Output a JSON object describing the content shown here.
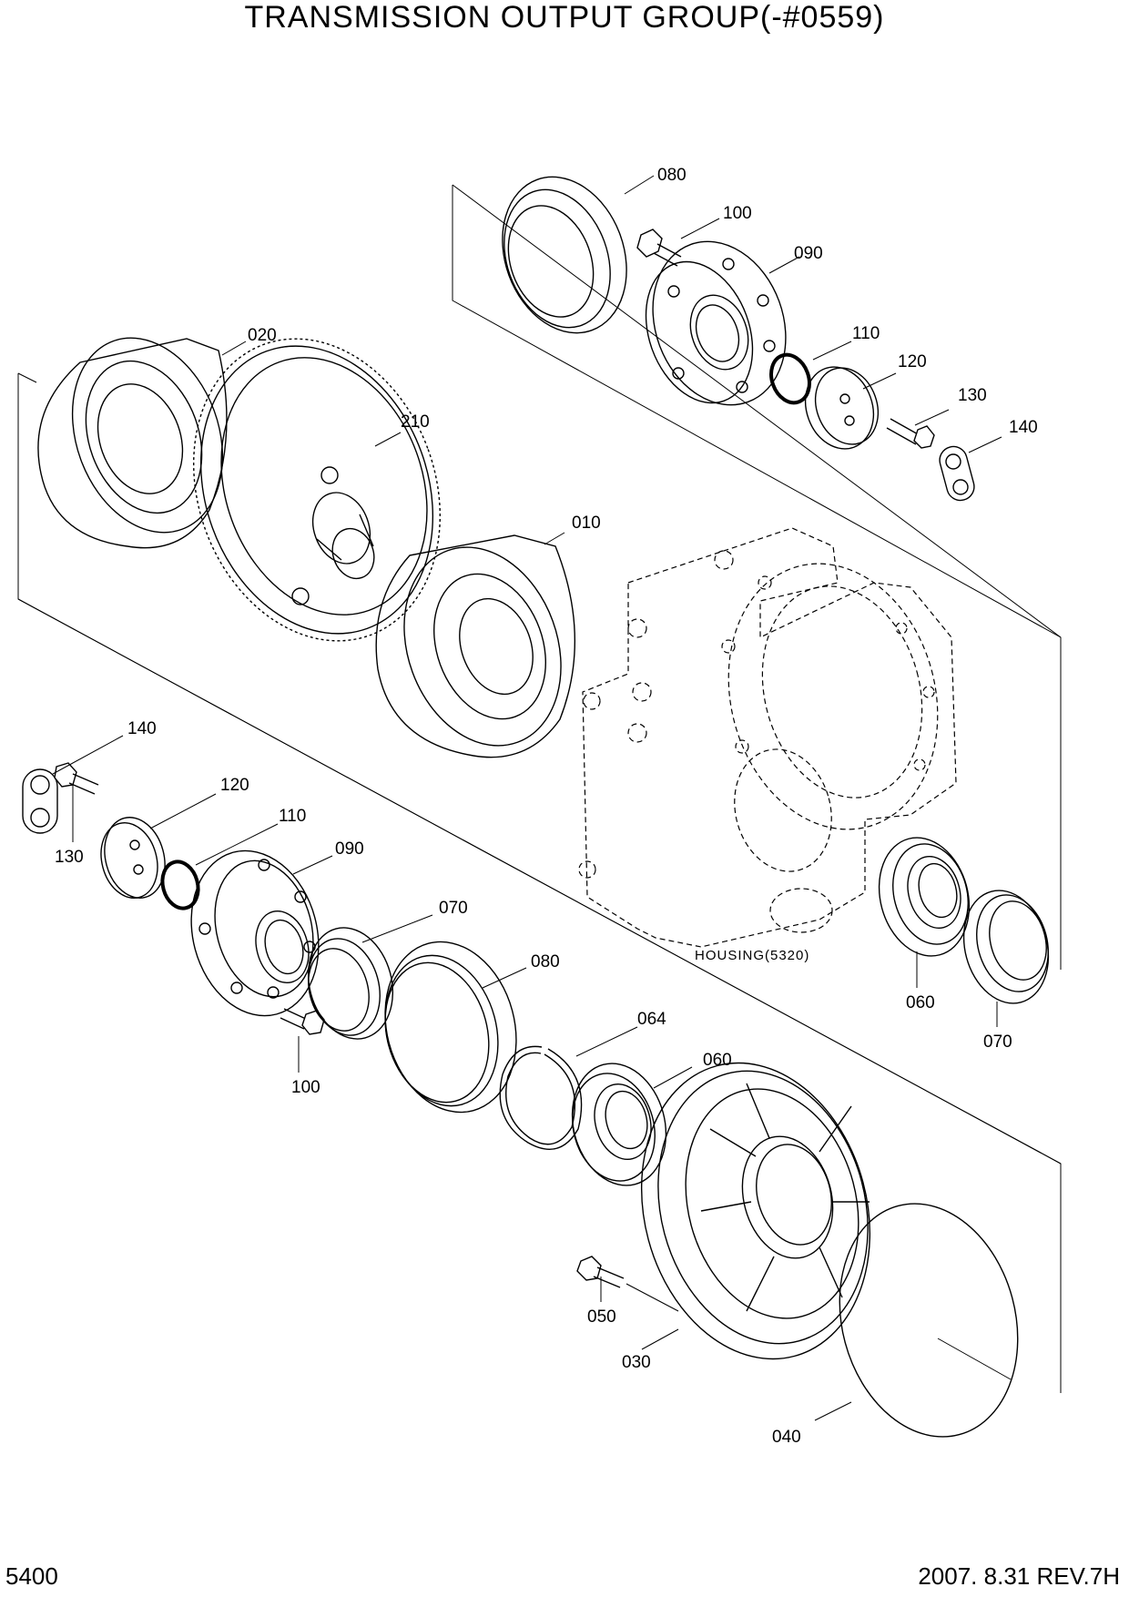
{
  "title": "TRANSMISSION OUTPUT GROUP(-#0559)",
  "page_number": "5400",
  "revision": "2007.  8.31  REV.7H",
  "housing_label": "HOUSING(5320)",
  "callouts": {
    "c080_top": "080",
    "c100_top": "100",
    "c090_top": "090",
    "c110_top": "110",
    "c120_top": "120",
    "c130_top": "130",
    "c140_top": "140",
    "c020": "020",
    "c210": "210",
    "c010": "010",
    "c140_left": "140",
    "c120_left": "120",
    "c130_left": "130",
    "c110_left": "110",
    "c090_left": "090",
    "c070_mid": "070",
    "c080_mid": "080",
    "c100_left": "100",
    "c064": "064",
    "c060_mid": "060",
    "c060_right": "060",
    "c070_right": "070",
    "c050": "050",
    "c030": "030",
    "c040": "040"
  }
}
